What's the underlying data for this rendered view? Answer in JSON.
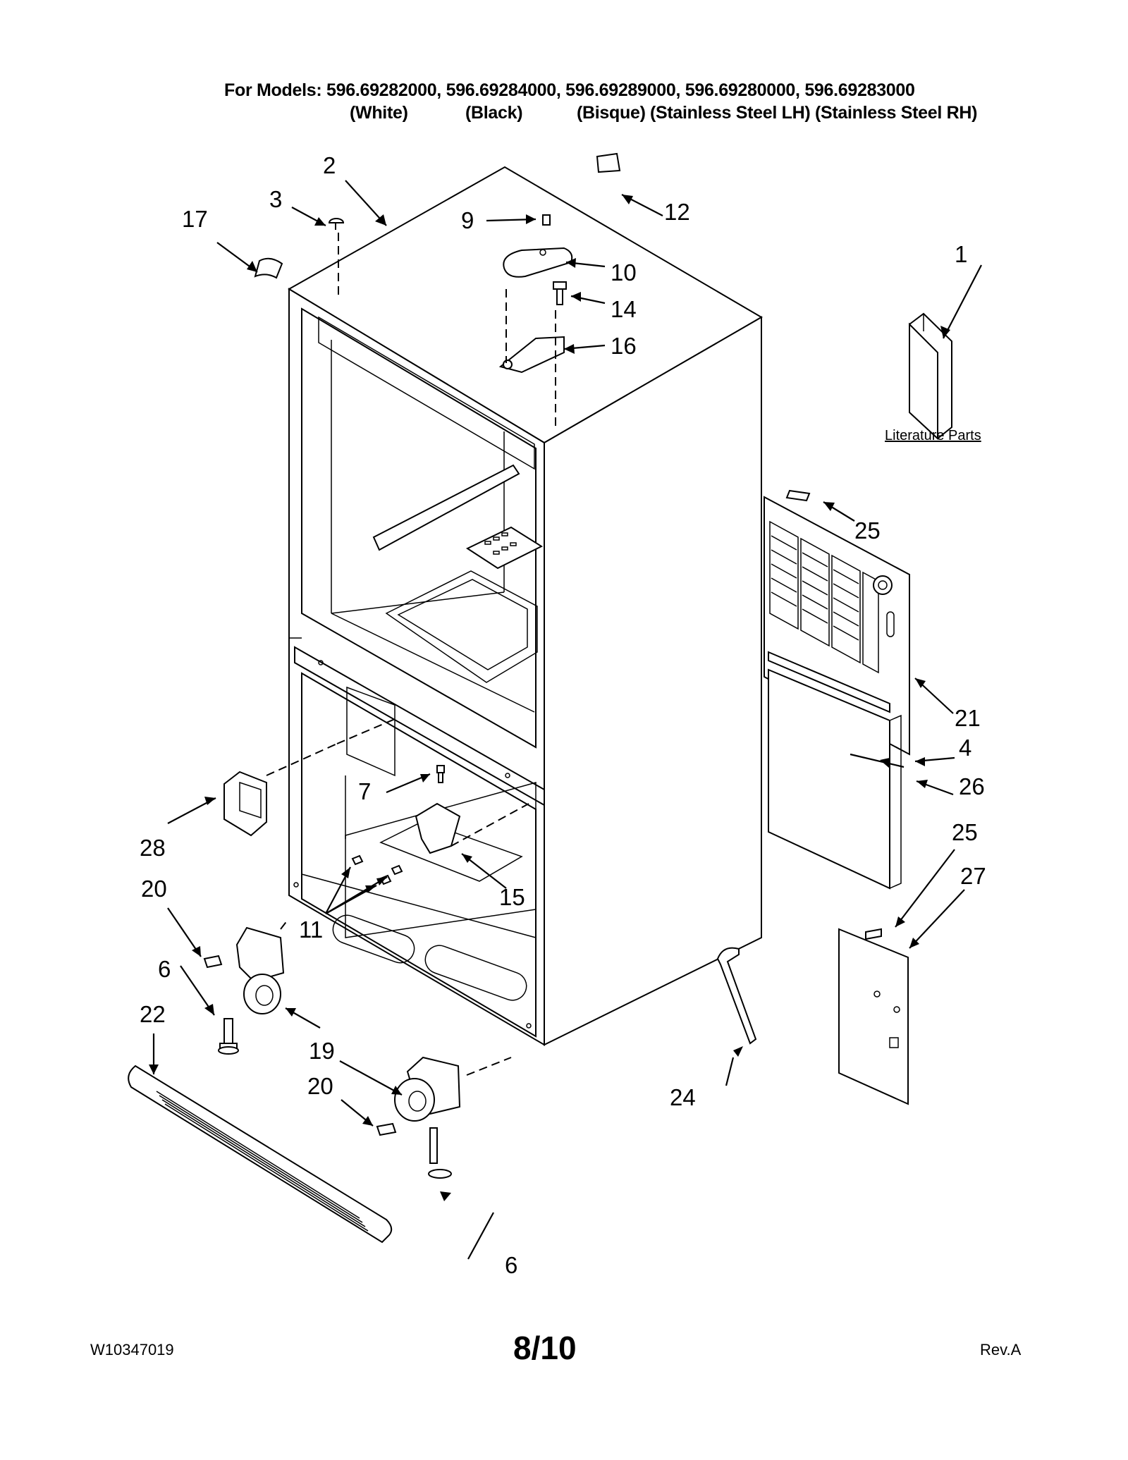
{
  "header": {
    "models_line": "For Models: 596.69282000, 596.69284000, 596.69289000, 596.69280000, 596.69283000",
    "color_white": "(White)",
    "color_black": "(Black)",
    "color_bisque": "(Bisque)",
    "color_ss_lh": "(Stainless Steel LH)",
    "color_ss_rh": "(Stainless Steel RH)"
  },
  "literature_label": "Literature Parts",
  "callouts": {
    "c1": "1",
    "c2": "2",
    "c3": "3",
    "c4": "4",
    "c6a": "6",
    "c6b": "6",
    "c7": "7",
    "c9": "9",
    "c10": "10",
    "c11": "11",
    "c12": "12",
    "c14": "14",
    "c15": "15",
    "c16": "16",
    "c17": "17",
    "c19": "19",
    "c20a": "20",
    "c20b": "20",
    "c21": "21",
    "c22": "22",
    "c24": "24",
    "c25a": "25",
    "c25b": "25",
    "c26": "26",
    "c27": "27",
    "c28": "28"
  },
  "footer": {
    "doc_number": "W10347019",
    "page": "8/10",
    "revision": "Rev.A"
  }
}
